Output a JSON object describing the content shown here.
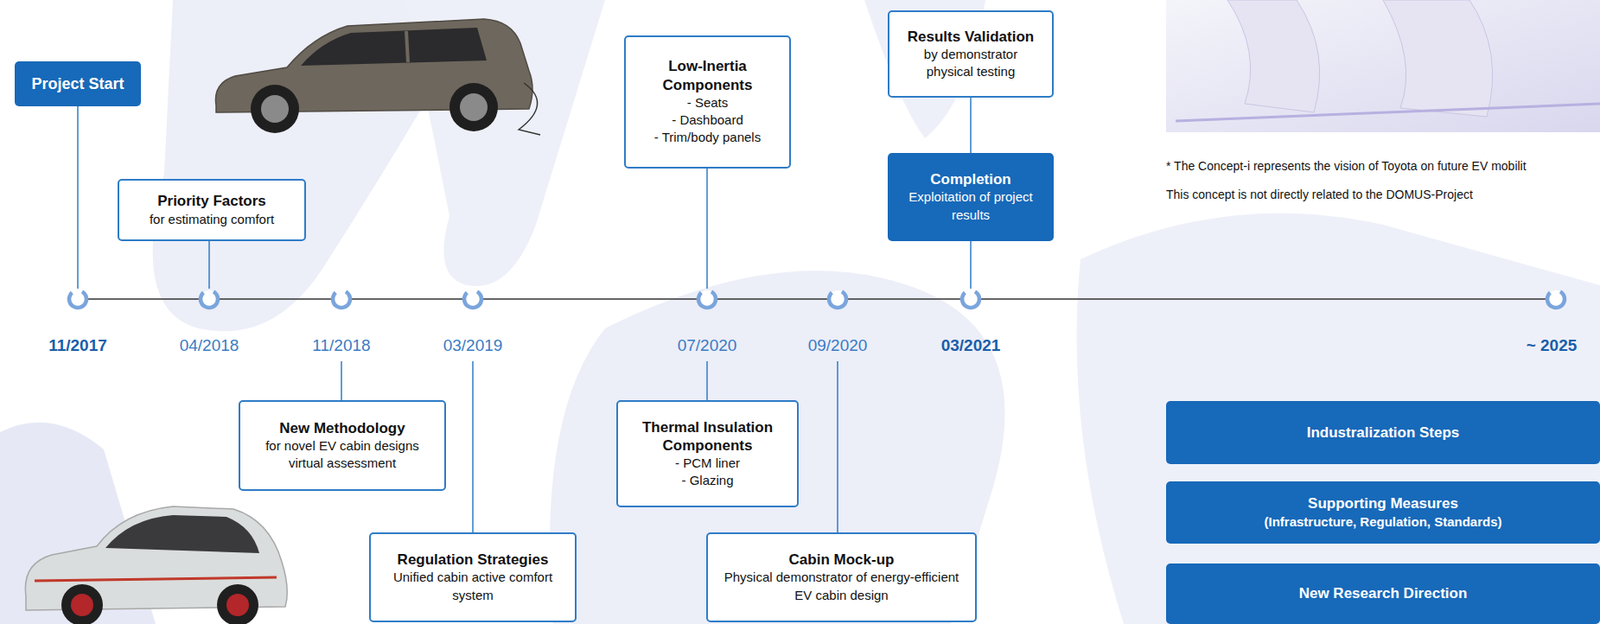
{
  "diagram": {
    "nodes": [
      {
        "text": [
          "Project Start"
        ]
      },
      {
        "text": [
          "Priority Factors",
          "for estimating comfort"
        ]
      },
      {
        "text": [
          "New Methodology",
          "for novel EV cabin designs virtual assessment"
        ]
      },
      {
        "text": [
          "Regulation Strategies",
          "Unified cabin active comfort system"
        ]
      },
      {
        "text": [
          "Low-Inertia Components",
          "- Seats",
          "- Dashboard",
          "- Trim/body panels"
        ]
      },
      {
        "text": [
          "Thermal Insulation Components",
          "- PCM liner",
          "- Glazing"
        ]
      },
      {
        "text": [
          "Cabin Mock-up",
          "Physical demonstrator of energy-efficient EV cabin design"
        ]
      },
      {
        "text": [
          "Results Validation",
          "by demonstrator physical testing"
        ]
      },
      {
        "text": [
          "Completion",
          "Exploitation of project results"
        ]
      },
      {
        "text": [
          "Industralization Steps"
        ]
      },
      {
        "text": [
          "Supporting Measures",
          "(Infrastructure, Regulation, Standards)"
        ]
      },
      {
        "text": [
          "New Research Direction"
        ]
      }
    ],
    "edges": [
      {
        "from": 7,
        "to": 8,
        "arrow": "none"
      }
    ],
    "labels": [
      "11/2017",
      "04/2018",
      "11/2018",
      "03/2019",
      "07/2020",
      "09/2020",
      "03/2021",
      "~ 2025",
      "* The Concept-i represents the vision of Toyota on future EV mobilit",
      "This concept is not directly related to the DOMUS-Project"
    ]
  }
}
